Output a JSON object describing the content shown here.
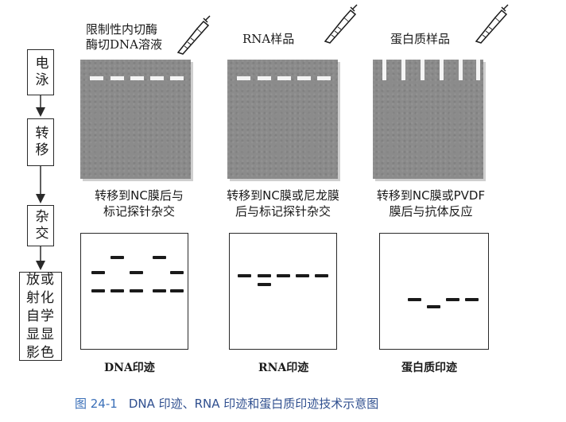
{
  "steps": {
    "s1": "电泳",
    "s2": "转移",
    "s3": "杂交",
    "s4_lines": [
      "放或",
      "射化",
      "自学",
      "显显",
      "影色"
    ]
  },
  "columns": {
    "dna": {
      "sample_line1": "限制性内切酶",
      "sample_line2": "酶切DNA溶液",
      "transfer_line1": "转移到NC膜后与",
      "transfer_line2": "标记探针杂交",
      "blot_name": "DNA印迹"
    },
    "rna": {
      "sample_line1": "RNA样品",
      "transfer_line1": "转移到NC膜或尼龙膜",
      "transfer_line2": "后与标记探针杂交",
      "blot_name": "RNA印迹"
    },
    "protein": {
      "sample_line1": "蛋白质样品",
      "transfer_line1": "转移到NC膜或PVDF",
      "transfer_line2": "膜后与抗体反应",
      "blot_name": "蛋白质印迹"
    }
  },
  "caption": {
    "number": "图 24-1",
    "text": "DNA 印迹、RNA 印迹和蛋白质印迹技术示意图"
  }
}
